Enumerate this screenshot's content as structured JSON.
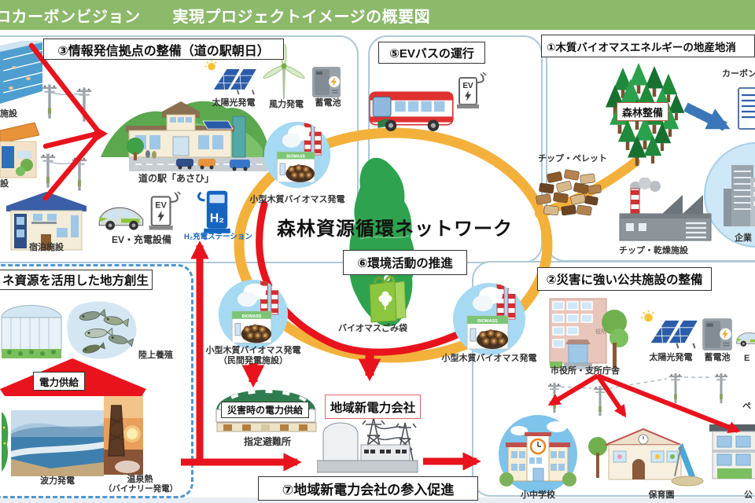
{
  "header": {
    "title": "ロカーボンビジョン　　実現プロジェクトイメージの概要図",
    "bg_color": "#8CB96A"
  },
  "colors": {
    "ring_yellow": "#F3B13C",
    "arrow_red": "#E8131C",
    "panel_border": "#AFC9D6",
    "dashed_border": "#4F97CF",
    "h2_blue": "#1565C0",
    "header_green": "#8CB96A"
  },
  "net": {
    "title": "森林資源循環ネットワーク"
  },
  "s1": {
    "title": "①木質バイオマスエネルギーの地産地消",
    "forest": "森林整備",
    "carbon": "カーボン",
    "chips": "チップ・ペレット",
    "dryer": "チップ・乾燥施設",
    "company": "企業"
  },
  "s2": {
    "title": "②災害に強い公共施設の整備",
    "cityhall": "市役所・支所庁舎",
    "sign": "役所",
    "solar": "太陽光発電",
    "battery": "蓄電池",
    "ev_cut": "E",
    "pellet_cut": "ペ",
    "school": "小中学校",
    "nursery": "保育園",
    "hall_cut": "公"
  },
  "s3": {
    "title": "③情報発信拠点の整備（道の駅朝日）",
    "solar": "太陽光発電",
    "wind": "風力発電",
    "battery": "蓄電池",
    "station": "道の駅「あさひ」",
    "ev": "EV・充電設備",
    "h2": "H₂充電ステーション",
    "pool_cut": "施設",
    "shop_cut": "設",
    "hotel": "宿泊施設"
  },
  "s4": {
    "title": "ネ資源を活用した地方創生",
    "aqua": "陸上養殖",
    "power": "電力供給",
    "wave": "波力発電",
    "onsen1": "温泉熱",
    "onsen2": "（バイナリー発電）"
  },
  "s5": {
    "title": "⑤EVバスの運行"
  },
  "s6": {
    "title": "⑥環境活動の推進",
    "bag": "バイオマスごみ袋"
  },
  "s7": {
    "title": "⑦地域新電力会社の参入促進",
    "company_box": "地域新電力会社",
    "shelter_roof": "災害時の電力供給",
    "shelter": "指定避難所"
  },
  "bio": {
    "top": "小型木質バイオマス発電",
    "left1": "小型木質バイオマス発電",
    "left2": "（民間発電施設）",
    "right": "小型木質バイオマス発電",
    "sign": "BIOMASS"
  },
  "ic": {
    "ev": "EV",
    "h2": "H₂"
  }
}
